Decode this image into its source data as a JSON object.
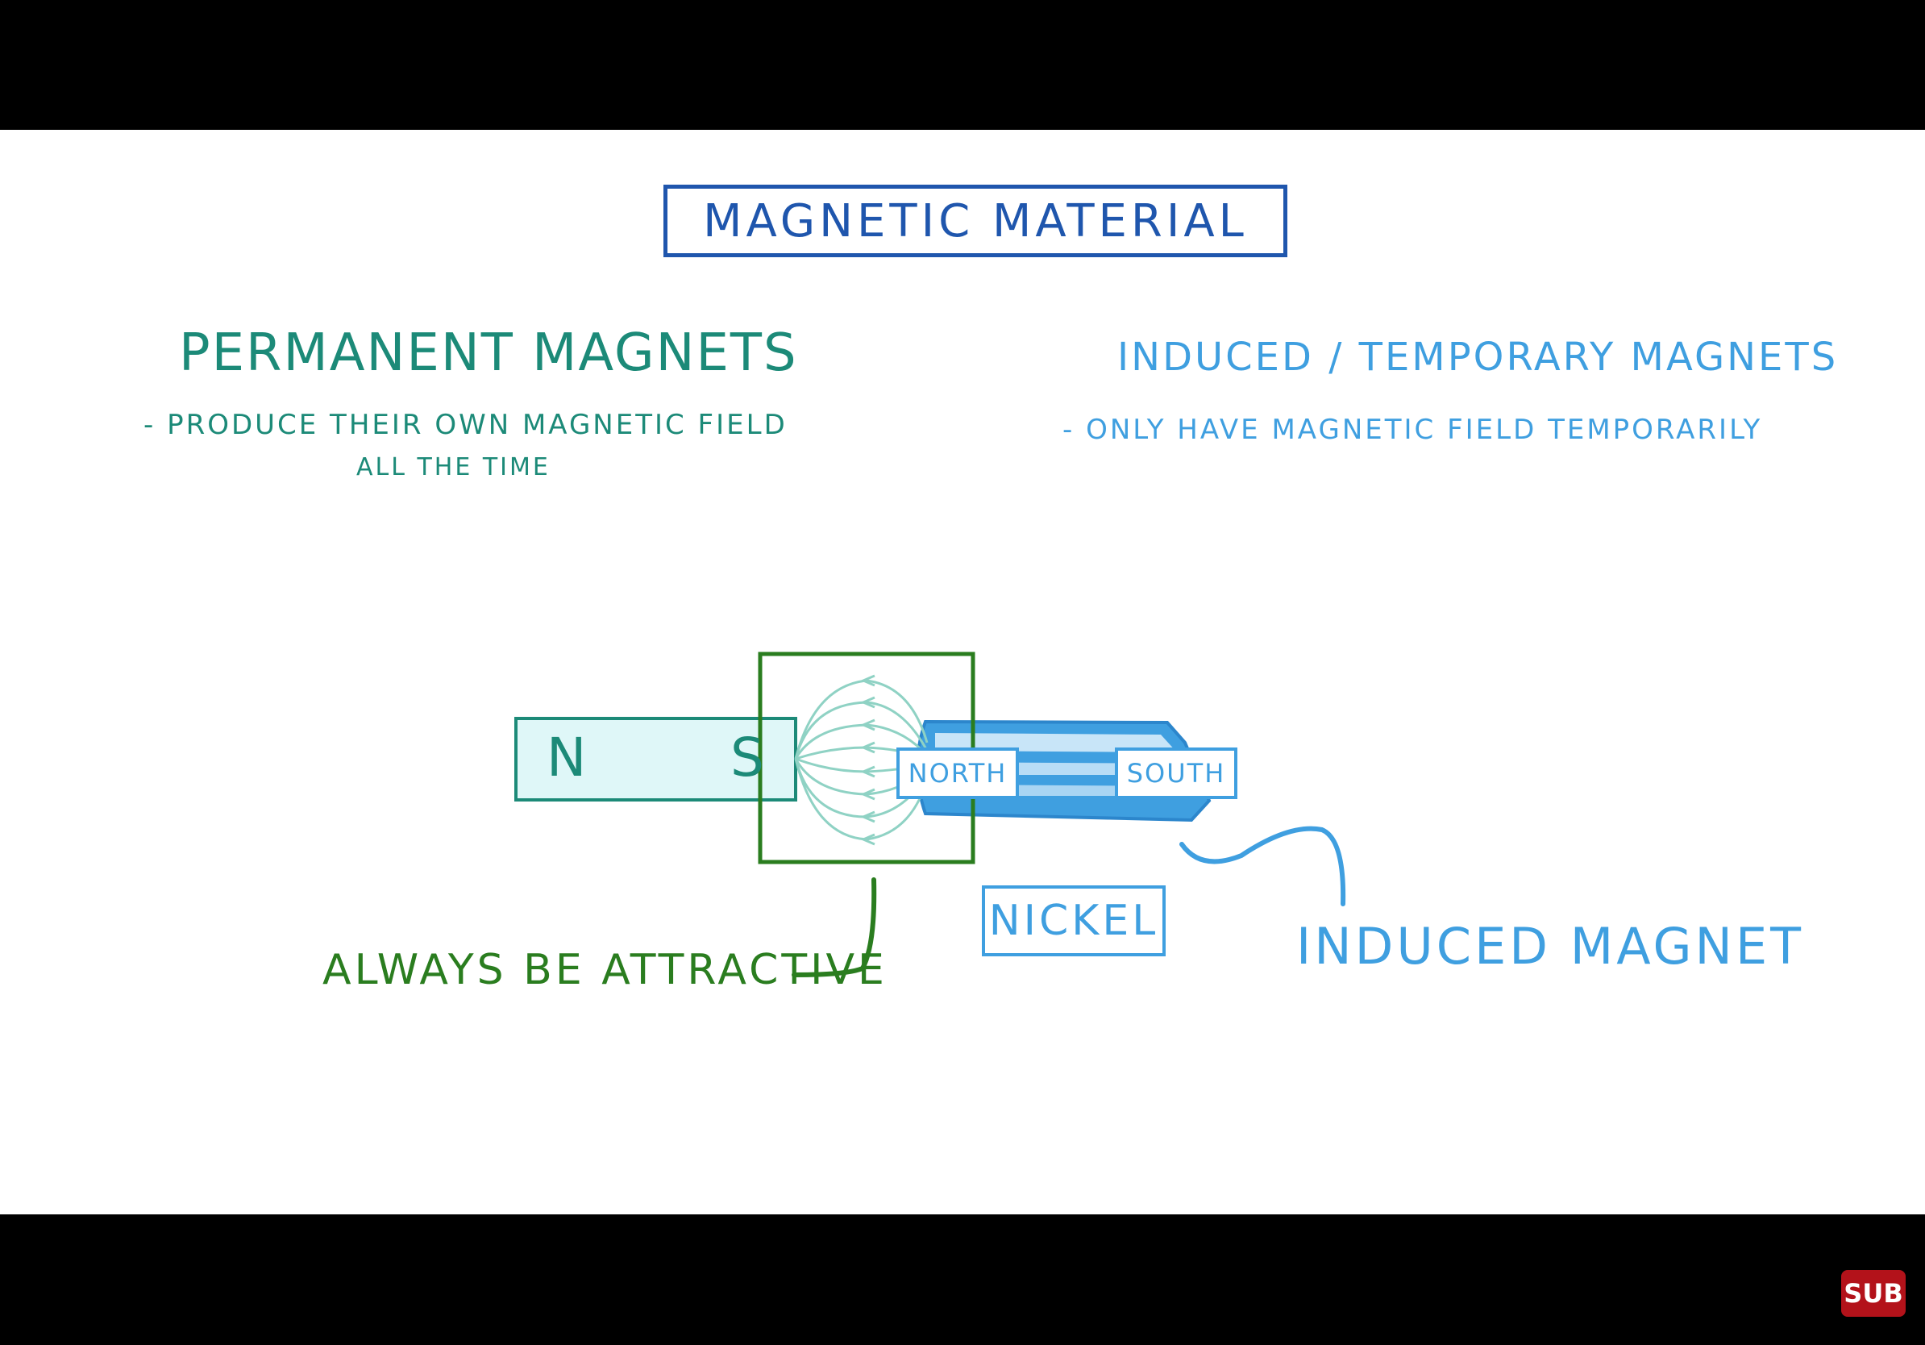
{
  "title": "Magnetic material",
  "permanent": {
    "heading": "Permanent Magnets",
    "desc_line1": "- Produce their own magnetic field",
    "desc_line2": "all the time"
  },
  "induced": {
    "heading": "Induced / Temporary magnets",
    "desc": "- Only have magnetic field temporarily"
  },
  "diagram": {
    "bar_magnet": {
      "north_label": "N",
      "south_label": "S"
    },
    "nickel_rod": {
      "north_label": "North",
      "south_label": "South",
      "material_label": "Nickel"
    },
    "attraction_label": "Always be attractive",
    "induced_label": "Induced magnet"
  },
  "player": {
    "subtitle_badge": "SUB"
  },
  "colors": {
    "title_blue": "#1f56ad",
    "permanent_teal": "#1c8a78",
    "induced_blue": "#3f9fe0",
    "highlight_green": "#2a7d1f",
    "magnet_fill": "#dff7f8",
    "field_lines": "#8fd2c4",
    "badge_red": "#b3121a"
  }
}
